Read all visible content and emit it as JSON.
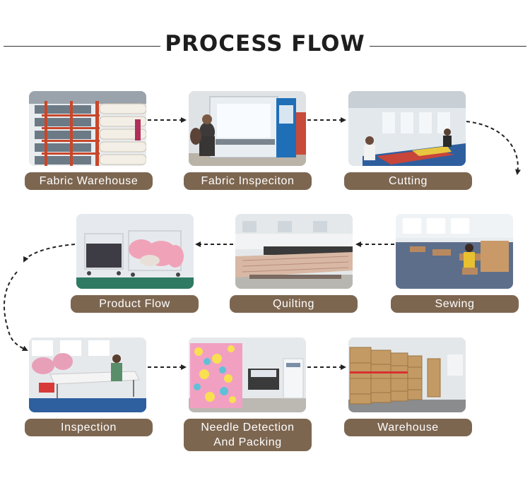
{
  "title": "PROCESS FLOW",
  "steps": [
    {
      "label": "Fabric Warehouse",
      "icon": "fabric-rolls-photo"
    },
    {
      "label": "Fabric Inspeciton",
      "icon": "inspection-machine-photo"
    },
    {
      "label": "Cutting",
      "icon": "cutting-table-photo"
    },
    {
      "label": "Sewing",
      "icon": "sewing-workshop-photo"
    },
    {
      "label": "Quilting",
      "icon": "quilting-machine-photo"
    },
    {
      "label": "Product Flow",
      "icon": "trolley-carts-photo"
    },
    {
      "label": "Inspection",
      "icon": "inspection-table-photo"
    },
    {
      "label": "Needle Detection And Packing",
      "label_lines": [
        "Needle Detection",
        "And Packing"
      ],
      "icon": "needle-detector-photo"
    },
    {
      "label": "Warehouse",
      "icon": "carton-warehouse-photo"
    }
  ],
  "colors": {
    "label_bg": "#7d6650",
    "label_text": "#ffffff",
    "title": "#1e1e1e",
    "connector": "#222222"
  }
}
